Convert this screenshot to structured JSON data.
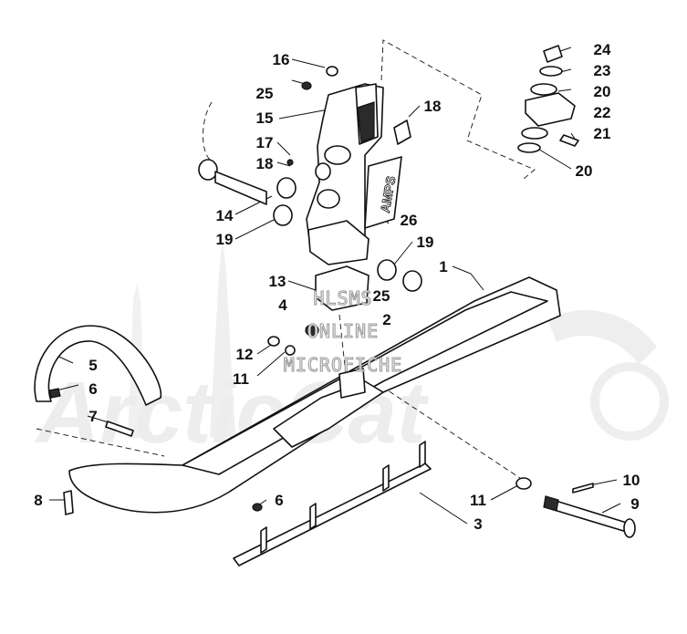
{
  "watermark": {
    "lines": [
      "HLSMS",
      "ONLINE",
      "MICROFICHE"
    ],
    "logo_text": "ArcticCat"
  },
  "decal_text": "AMPS",
  "callouts": [
    {
      "id": "c24",
      "label": "24"
    },
    {
      "id": "c23",
      "label": "23"
    },
    {
      "id": "c20a",
      "label": "20"
    },
    {
      "id": "c22",
      "label": "22"
    },
    {
      "id": "c21",
      "label": "21"
    },
    {
      "id": "c20b",
      "label": "20"
    },
    {
      "id": "c16",
      "label": "16"
    },
    {
      "id": "c25a",
      "label": "25"
    },
    {
      "id": "c15",
      "label": "15"
    },
    {
      "id": "c17",
      "label": "17"
    },
    {
      "id": "c18a",
      "label": "18"
    },
    {
      "id": "c18b",
      "label": "18"
    },
    {
      "id": "c14",
      "label": "14"
    },
    {
      "id": "c19a",
      "label": "19"
    },
    {
      "id": "c26",
      "label": "26"
    },
    {
      "id": "c19b",
      "label": "19"
    },
    {
      "id": "c1",
      "label": "1"
    },
    {
      "id": "c13",
      "label": "13"
    },
    {
      "id": "c25b",
      "label": "25"
    },
    {
      "id": "c4",
      "label": "4"
    },
    {
      "id": "c2",
      "label": "2"
    },
    {
      "id": "c12",
      "label": "12"
    },
    {
      "id": "c11a",
      "label": "11"
    },
    {
      "id": "c5",
      "label": "5"
    },
    {
      "id": "c6a",
      "label": "6"
    },
    {
      "id": "c7",
      "label": "7"
    },
    {
      "id": "c8",
      "label": "8"
    },
    {
      "id": "c6b",
      "label": "6"
    },
    {
      "id": "c11b",
      "label": "11"
    },
    {
      "id": "c10",
      "label": "10"
    },
    {
      "id": "c9",
      "label": "9"
    },
    {
      "id": "c3",
      "label": "3"
    }
  ]
}
